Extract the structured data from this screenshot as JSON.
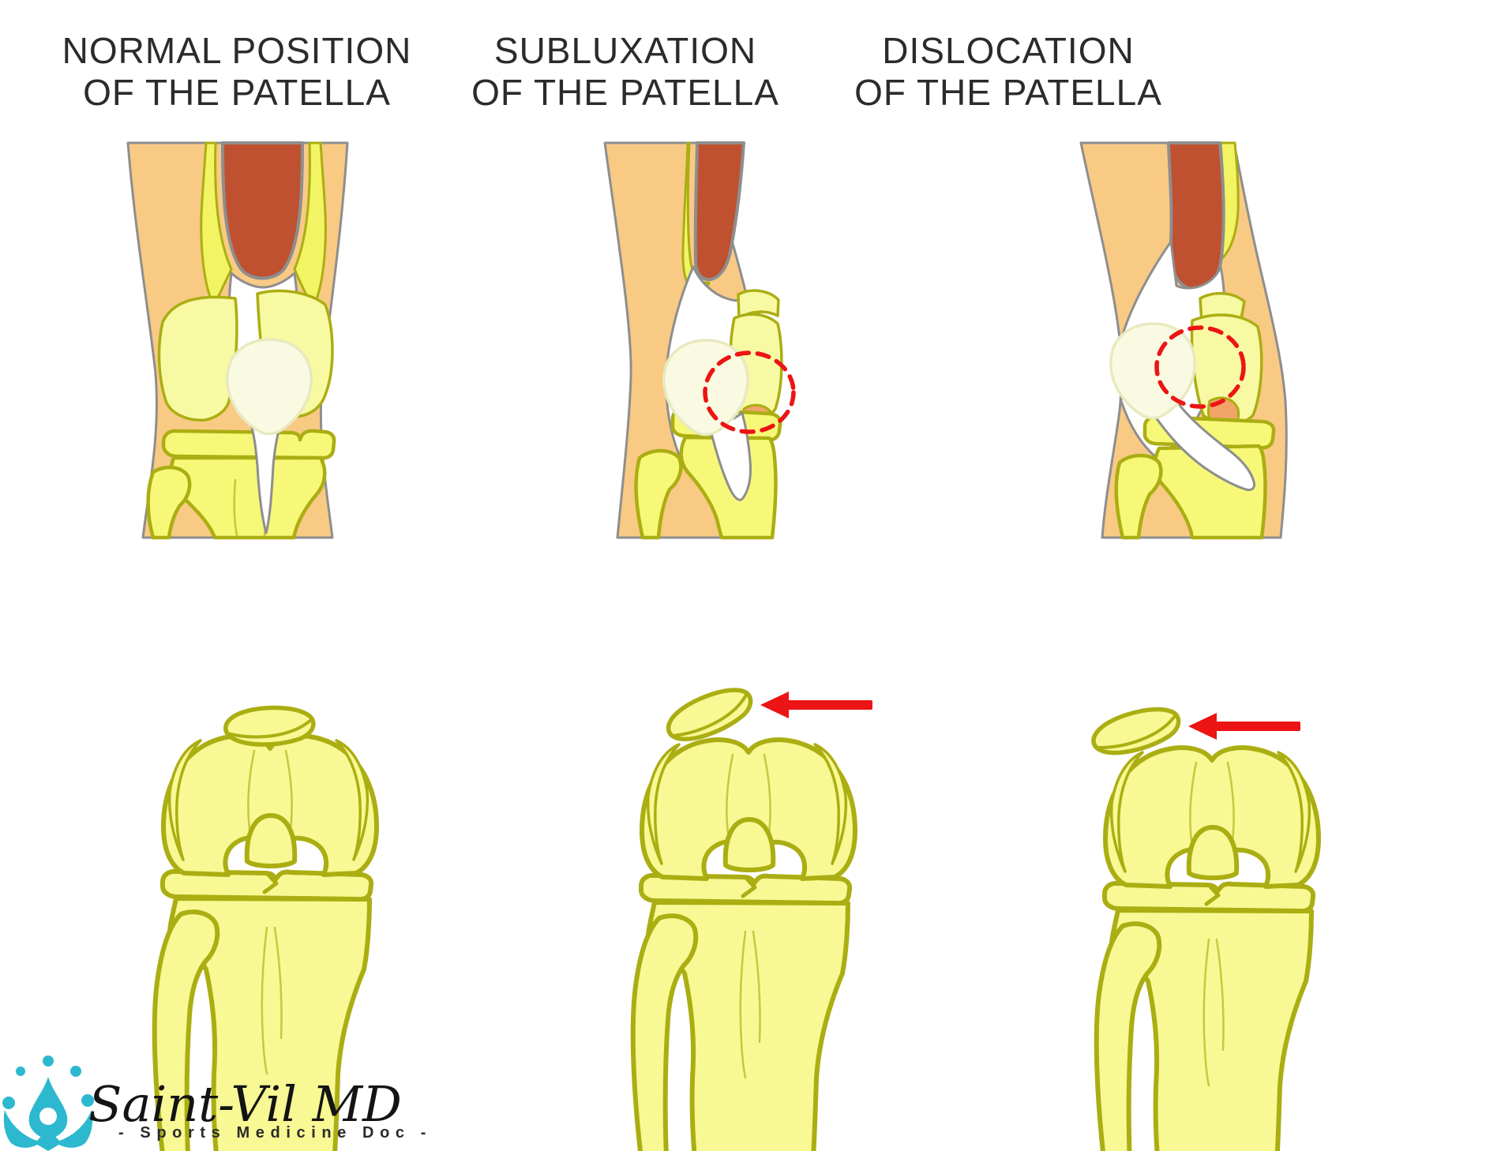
{
  "columns": [
    {
      "id": "normal",
      "title_line1": "NORMAL POSITION",
      "title_line2": "OF THE PATELLA"
    },
    {
      "id": "subluxation",
      "title_line1": "SUBLUXATION",
      "title_line2": "OF THE PATELLA"
    },
    {
      "id": "dislocation",
      "title_line1": "DISLOCATION",
      "title_line2": "OF THE PATELLA"
    }
  ],
  "logo": {
    "name": "Saint-Vil MD",
    "tagline": "- Sports Medicine Doc -"
  },
  "icons": {
    "displacement_arrow": "left-arrow",
    "normal_position_marker": "dashed-circle",
    "logo_mark": "figure-with-dots"
  },
  "colors": {
    "title_text": "#2B2B2B",
    "logo_text": "#141414",
    "skin": "#F9CA84",
    "skin_deep": "#F2A468",
    "muscle": "#BF5130",
    "outline_gray": "#8E8E8E",
    "bone_bright": "#F7F878",
    "bone_pale": "#F8F9A3",
    "bone_axial": "#F8F894",
    "bone_outline": "#ABAE12",
    "tendon_yellow": "#F3F464",
    "patella_fill": "#FAFAE2",
    "patella_outline": "#E9E9C0",
    "white": "#FFFFFF",
    "annotation_red": "#EC1414",
    "logo_teal": "#2CB9CF"
  }
}
